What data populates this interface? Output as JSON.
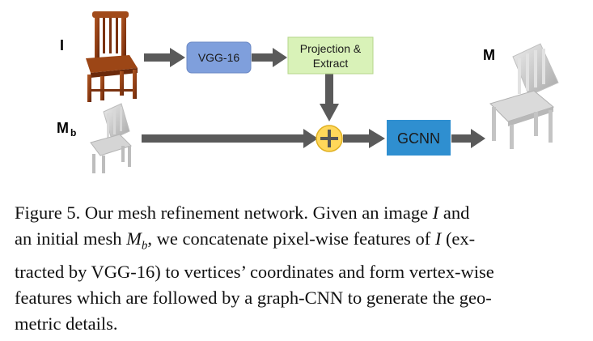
{
  "diagram": {
    "input_image_label": "I",
    "input_mesh_label_main": "M",
    "input_mesh_label_sub": "b",
    "output_mesh_label": "M",
    "vgg_label": "VGG-16",
    "projection_label_line1": "Projection &",
    "projection_label_line2": "Extract",
    "concat_symbol": "+",
    "gcnn_label": "GCNN",
    "colors": {
      "vgg_fill": "#7f9fdc",
      "vgg_stroke": "#6b88c4",
      "projection_fill": "#d9f2b8",
      "projection_stroke": "#b5d68a",
      "gcnn_fill": "#2f8fd0",
      "concat_fill": "#ffd75a",
      "concat_stroke": "#e0b020",
      "arrow": "#5a5a5a",
      "chair_wood": "#8b3a12",
      "chair_mesh": "#c9c9c9"
    }
  },
  "caption": {
    "line1_a": "Figure 5. Our mesh refinement network.  Given an image ",
    "line1_i": "I",
    "line1_b": " and",
    "line2_a": "an initial mesh ",
    "line2_m": "M",
    "line2_sub": "b",
    "line2_b": ", we concatenate pixel-wise features of ",
    "line2_i": "I",
    "line2_c": " (ex-",
    "line3": "tracted by VGG-16) to vertices’ coordinates and form vertex-wise",
    "line4": "features which are followed by a graph-CNN to generate the geo-",
    "line5": "metric details."
  }
}
